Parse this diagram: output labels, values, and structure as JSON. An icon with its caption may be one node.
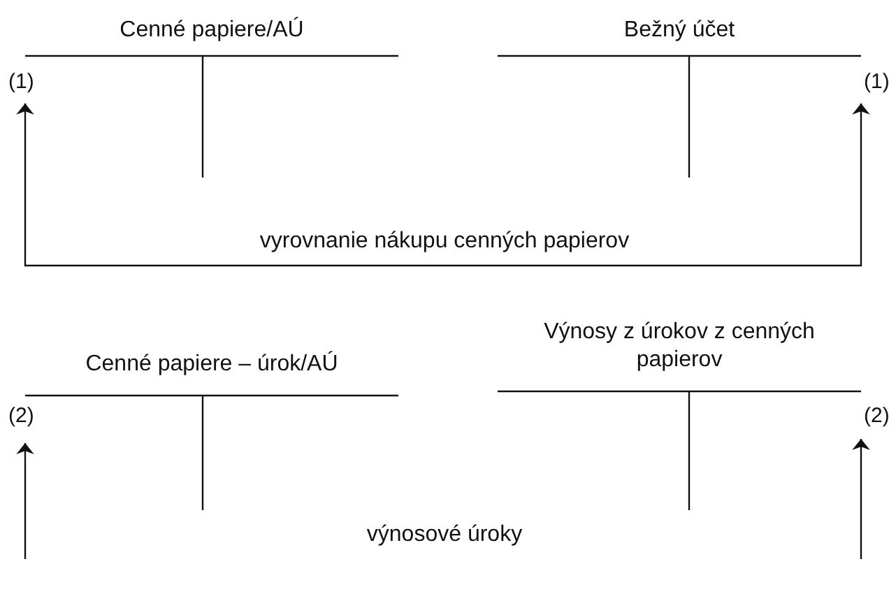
{
  "diagram": {
    "nodes": [
      {
        "text": [
          "Cenné papiere/AÚ"
        ],
        "beside": [
          "(1)"
        ]
      },
      {
        "text": [
          "Bežný účet"
        ],
        "beside": [
          "(1)"
        ]
      },
      {
        "text": [
          "Cenné papiere – úrok/AÚ"
        ],
        "beside": [
          "(2)"
        ]
      },
      {
        "text": [
          "Výnosy z úrokov z cenných papierov"
        ],
        "beside": [
          "(2)"
        ]
      }
    ],
    "edges": [
      {
        "from": 0,
        "to": 1,
        "arrow": "both",
        "label": "vyrovnanie nákupu cenných papierov"
      },
      {
        "from": null,
        "to": 2,
        "arrow": "to"
      },
      {
        "from": null,
        "to": 3,
        "arrow": "to"
      }
    ],
    "labels": [
      "výnosové úroky"
    ]
  }
}
